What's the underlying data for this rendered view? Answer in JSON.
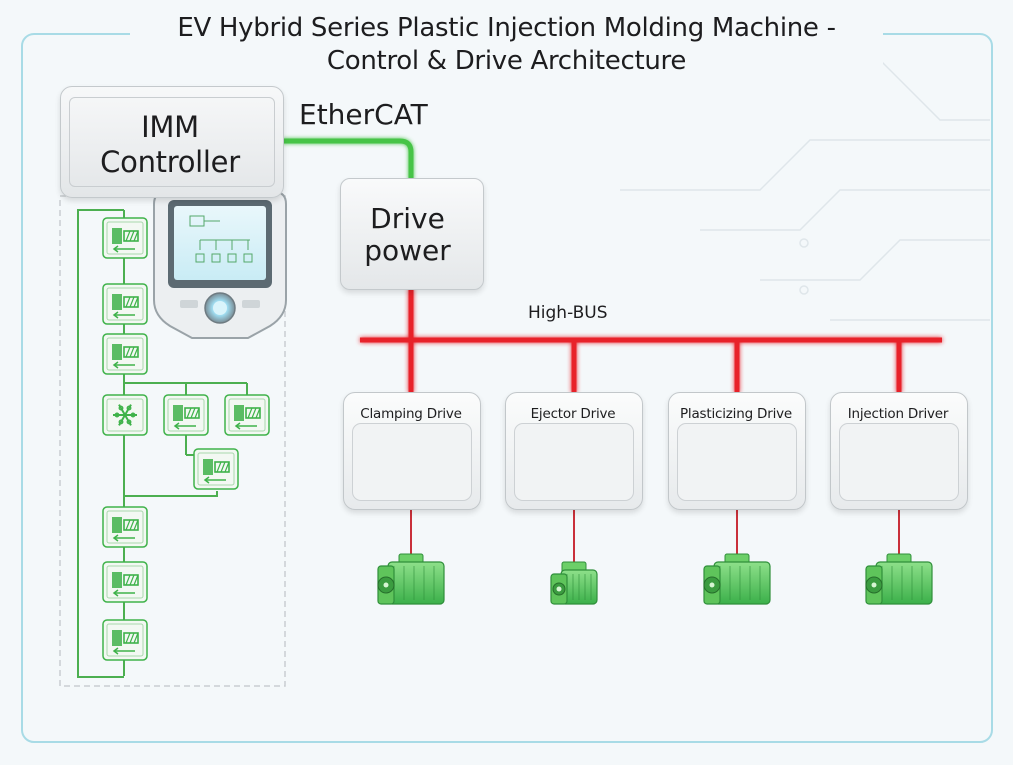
{
  "title": {
    "line1": "EV Hybrid Series Plastic Injection Molding Machine -",
    "line2": "Control & Drive Architecture"
  },
  "controller": {
    "line1": "IMM",
    "line2": "Controller"
  },
  "connections": {
    "ethercat": "EtherCAT",
    "high_bus": "High-BUS"
  },
  "drive_power": {
    "line1": "Drive",
    "line2": "power"
  },
  "drives": [
    {
      "label": "Clamping Drive"
    },
    {
      "label": "Ejector Drive"
    },
    {
      "label": "Plasticizing Drive"
    },
    {
      "label": "Injection Driver"
    }
  ],
  "colors": {
    "ethercat_green": "#47c447",
    "bus_red": "#e8202a",
    "icon_green": "#3fb24a",
    "frame_border": "#a8dbe6"
  },
  "sequence_icons": [
    "mold-clamp-icon",
    "injection-unit-forward-icon",
    "screw-back-icon",
    "cooling-snowflake-icon",
    "screw-rotate-icon",
    "screw-retract-icon",
    "nozzle-back-icon",
    "mold-open-icon",
    "ejector-forward-icon",
    "ejector-back-icon"
  ]
}
